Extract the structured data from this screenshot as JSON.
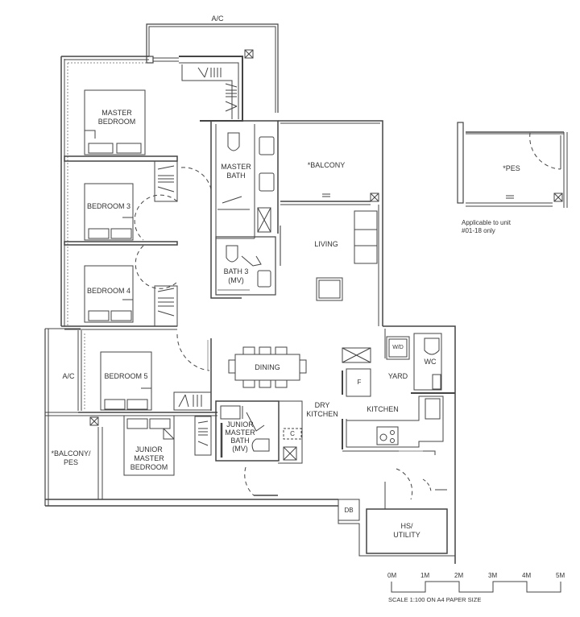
{
  "rooms": {
    "ac_top": "A/C",
    "master_bedroom": "MASTER\nBEDROOM",
    "master_bath": "MASTER\nBATH",
    "balcony": "*BALCONY",
    "bedroom3": "BEDROOM 3",
    "living": "LIVING",
    "bath3": "BATH 3\n(MV)",
    "bedroom4": "BEDROOM 4",
    "ac_left": "A/C",
    "bedroom5": "BEDROOM 5",
    "dining": "DINING",
    "wd": "W/D",
    "wc": "WC",
    "fridge": "F",
    "yard": "YARD",
    "dry_kitchen": "DRY\nKITCHEN",
    "kitchen": "KITCHEN",
    "junior_master_bath": "JUNIOR\nMASTER\nBATH\n(MV)",
    "c_cabinet": "C",
    "balcony_pes": "*BALCONY/\nPES",
    "junior_master_bedroom": "JUNIOR\nMASTER\nBEDROOM",
    "db": "DB",
    "hs_utility": "HS/\nUTILITY"
  },
  "pes_inset": {
    "label": "*PES",
    "note": "Applicable to unit\n#01-18 only"
  },
  "scale_bar": {
    "ticks": [
      "0M",
      "1M",
      "2M",
      "3M",
      "4M",
      "5M"
    ],
    "caption": "SCALE  1:100 ON A4 PAPER SIZE"
  },
  "colors": {
    "line": "#444444",
    "light_line": "#999999",
    "background": "#ffffff"
  }
}
